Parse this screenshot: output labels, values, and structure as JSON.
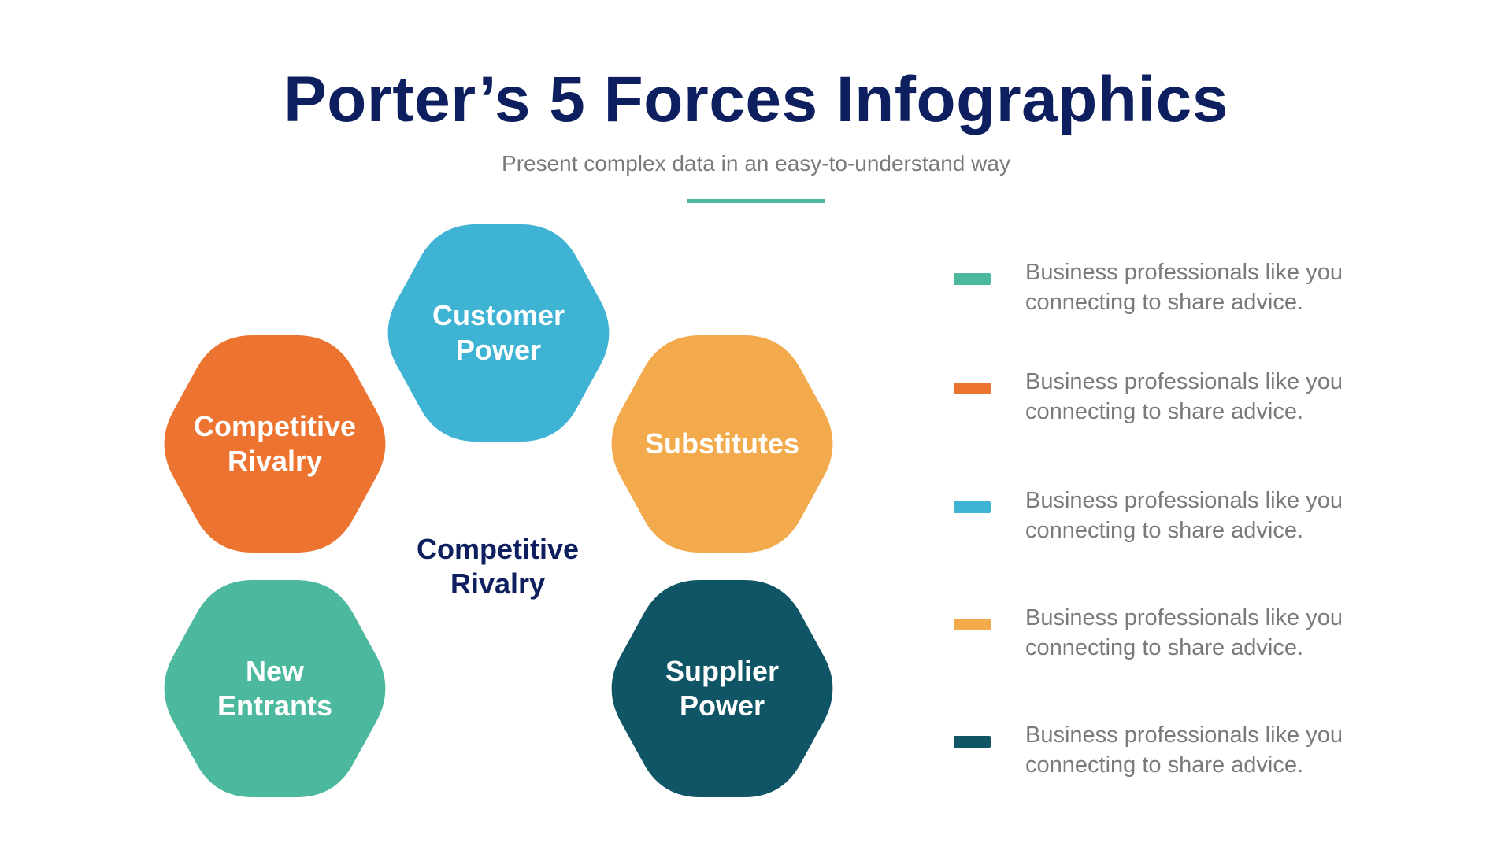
{
  "header": {
    "title": "Porter’s 5 Forces Infographics",
    "subtitle": "Present complex data in an easy-to-understand way",
    "divider_color": "#4db89e"
  },
  "diagram": {
    "center_label": "Competitive\nRivalry",
    "forces": [
      {
        "id": "customer-power",
        "label": "Customer\nPower",
        "color": "#3fb3d4"
      },
      {
        "id": "competitive-rivalry",
        "label": "Competitive\nRivalry",
        "color": "#ec7430"
      },
      {
        "id": "substitutes",
        "label": "Substitutes",
        "color": "#f2aa4c"
      },
      {
        "id": "new-entrants",
        "label": "New\nEntrants",
        "color": "#4cb99f"
      },
      {
        "id": "supplier-power",
        "label": "Supplier\nPower",
        "color": "#0f5565"
      }
    ]
  },
  "legend": {
    "items": [
      {
        "color": "#4cb99f",
        "text": "Business professionals like you\nconnecting to share advice."
      },
      {
        "color": "#ec7430",
        "text": "Business professionals like you\nconnecting to share advice."
      },
      {
        "color": "#3fb3d4",
        "text": "Business professionals like you\nconnecting to share advice."
      },
      {
        "color": "#f2aa4c",
        "text": "Business professionals like you\nconnecting to share advice."
      },
      {
        "color": "#0f5565",
        "text": "Business professionals like you\nconnecting to share advice."
      }
    ]
  }
}
